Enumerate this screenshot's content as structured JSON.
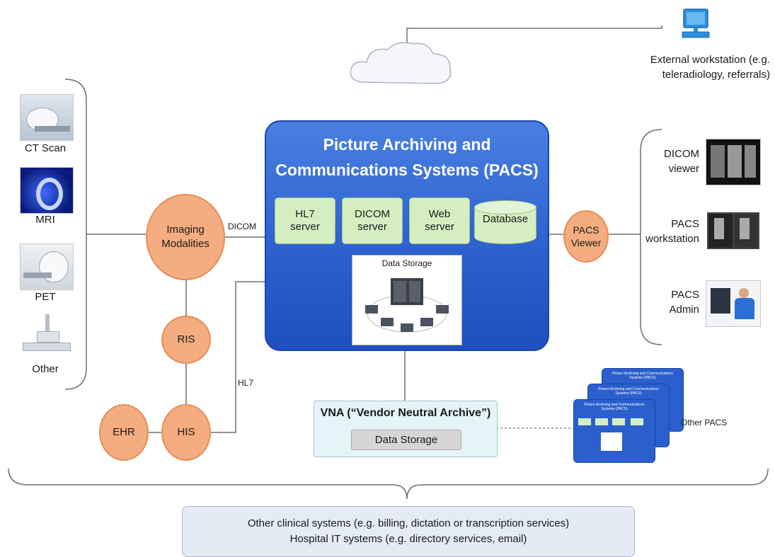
{
  "external": {
    "line1": "External workstation (e.g.",
    "line2": "teleradiology, referrals)"
  },
  "modalities": [
    {
      "label": "CT Scan",
      "icon": "ct-scanner-icon"
    },
    {
      "label": "MRI",
      "icon": "mri-scanner-icon"
    },
    {
      "label": "PET",
      "icon": "pet-scanner-icon"
    },
    {
      "label": "Other",
      "icon": "xray-machine-icon"
    }
  ],
  "imaging": {
    "line1": "Imaging",
    "line2": "Modalities"
  },
  "ris": "RIS",
  "his": "HIS",
  "ehr": "EHR",
  "dicom_label": "DICOM",
  "hl7_label": "HL7",
  "pacs": {
    "title1": "Picture Archiving and",
    "title2": "Communications Systems (PACS)",
    "servers": [
      {
        "line1": "HL7",
        "line2": "server"
      },
      {
        "line1": "DICOM",
        "line2": "server"
      },
      {
        "line1": "Web",
        "line2": "server"
      }
    ],
    "database": "Database",
    "storage": "Data Storage"
  },
  "viewer": {
    "line1": "PACS",
    "line2": "Viewer"
  },
  "outputs": [
    {
      "line1": "DICOM",
      "line2": "viewer"
    },
    {
      "line1": "PACS",
      "line2": "workstation"
    },
    {
      "line1": "PACS",
      "line2": "Admin"
    }
  ],
  "vna": {
    "title": "VNA (“Vendor Neutral Archive”)",
    "storage": "Data Storage"
  },
  "other_pacs": "Other PACS",
  "bottom": {
    "line1": "Other clinical systems (e.g. billing, dictation or transcription services)",
    "line2": "Hospital IT systems (e.g. directory services, email)"
  },
  "colors": {
    "pacs_blue": "#2a5fcd",
    "node_orange": "#f4ac80",
    "server_green": "#d5eec1",
    "vna_bg": "#e5f4f6"
  }
}
